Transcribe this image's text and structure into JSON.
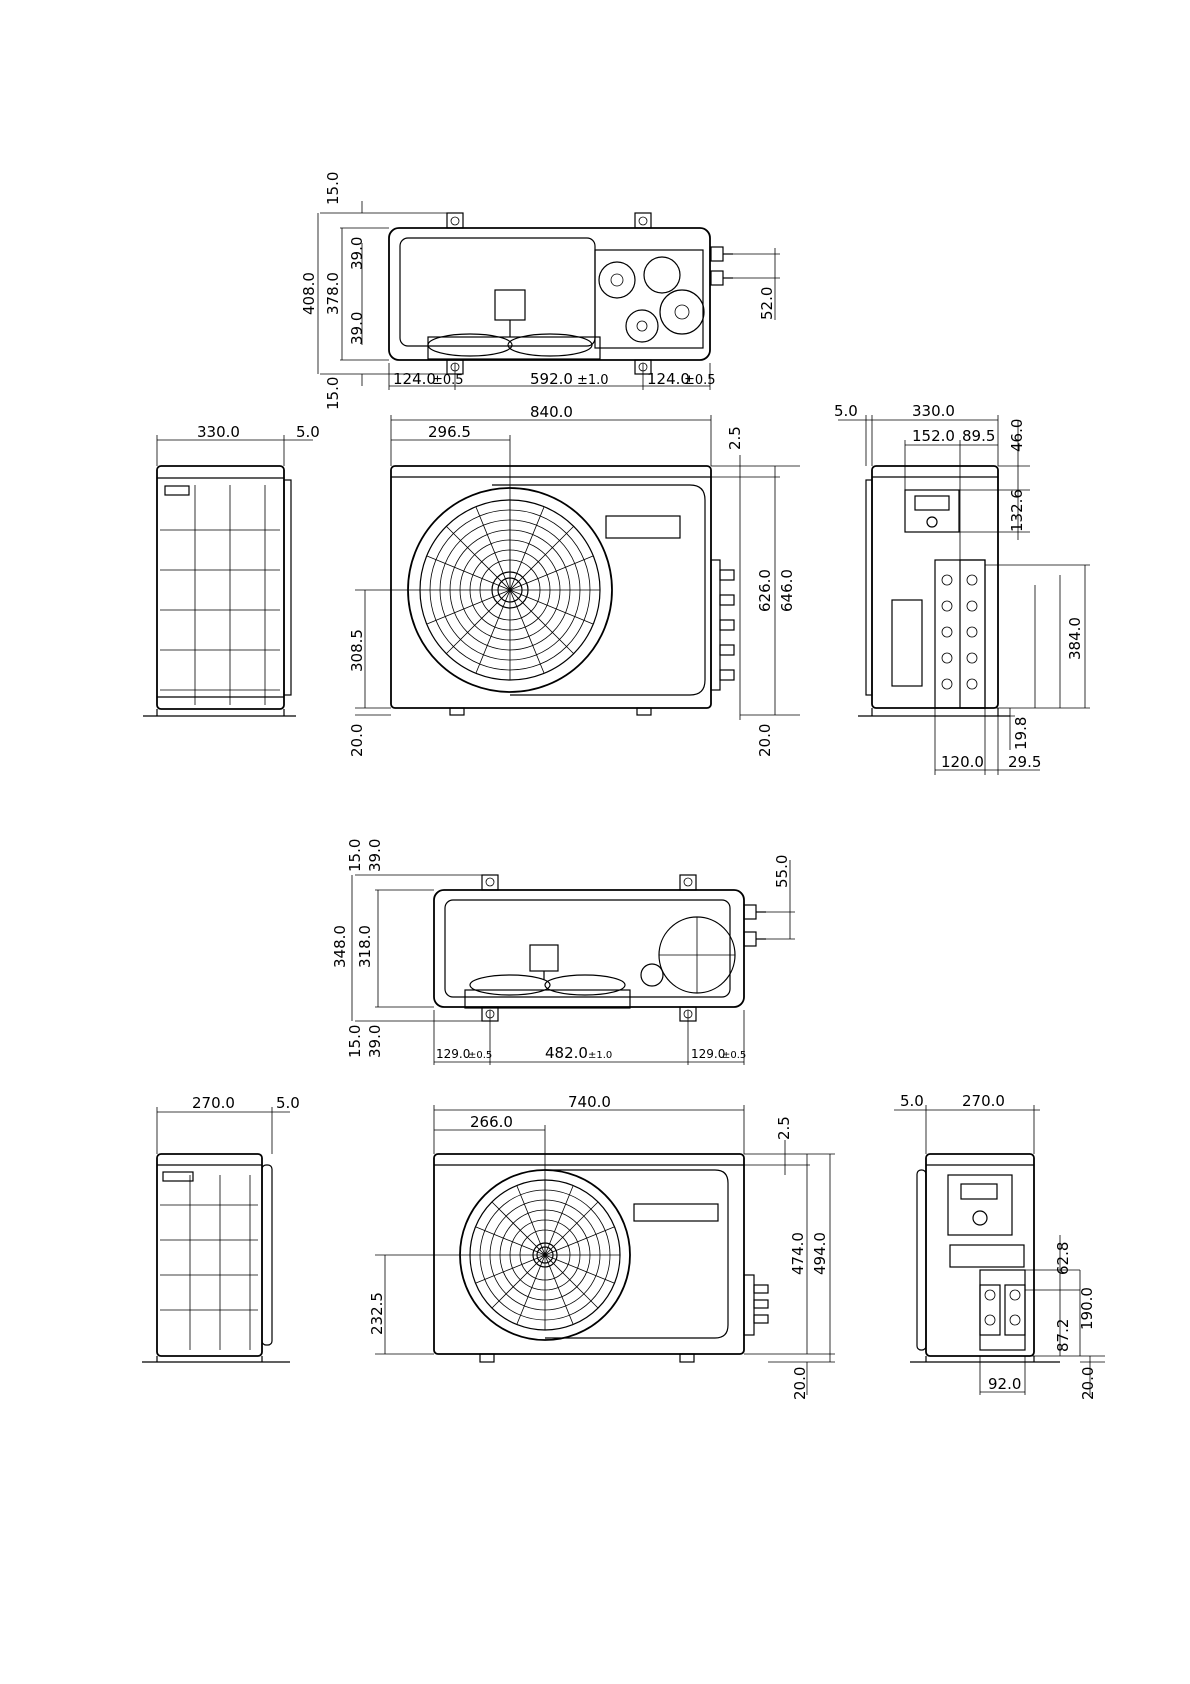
{
  "drawing": {
    "unit_large": {
      "top_view": {
        "dims": [
          "15.0",
          "408.0",
          "39.0",
          "378.0",
          "39.0",
          "15.0",
          "52.0",
          "124.0",
          "±0.5",
          "592.0",
          "±1.0",
          "124.0",
          "±0.5"
        ]
      },
      "left_view": {
        "dims": [
          "330.0",
          "5.0"
        ]
      },
      "front_view": {
        "dims": [
          "840.0",
          "296.5",
          "2.5",
          "626.0",
          "646.0",
          "308.5",
          "20.0",
          "20.0"
        ]
      },
      "right_view": {
        "dims": [
          "5.0",
          "330.0",
          "152.0",
          "89.5",
          "46.0",
          "132.6",
          "384.0",
          "19.8",
          "120.0",
          "29.5"
        ]
      }
    },
    "unit_small": {
      "top_view": {
        "dims": [
          "15.0",
          "39.0",
          "55.0",
          "348.0",
          "318.0",
          "15.0",
          "39.0",
          "129.0",
          "±0.5",
          "482.0",
          "±1.0",
          "129.0",
          "±0.5"
        ]
      },
      "left_view": {
        "dims": [
          "270.0",
          "5.0"
        ]
      },
      "front_view": {
        "dims": [
          "740.0",
          "266.0",
          "2.5",
          "474.0",
          "494.0",
          "232.5",
          "20.0"
        ]
      },
      "right_view": {
        "dims": [
          "5.0",
          "270.0",
          "62.8",
          "190.0",
          "87.2",
          "92.0",
          "20.0"
        ]
      }
    }
  }
}
